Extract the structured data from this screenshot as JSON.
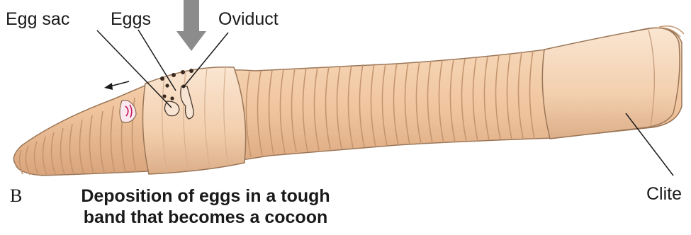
{
  "labels": {
    "egg_sac": "Egg sac",
    "eggs": "Eggs",
    "oviduct": "Oviduct",
    "clitellum": "Clite"
  },
  "panel_letter": "B",
  "caption": {
    "line1": "Deposition of eggs in a tough",
    "line2": "band that becomes a cocoon"
  },
  "colors": {
    "body": "#f1c9a4",
    "segment_line": "#c49670",
    "outline": "#8a6a50",
    "band": "#f3cfae",
    "clitellum": "#f6d6b6",
    "arrow": "#8c8c8c"
  },
  "icons": [
    "downward-arrow-icon",
    "direction-arrow-icon"
  ]
}
